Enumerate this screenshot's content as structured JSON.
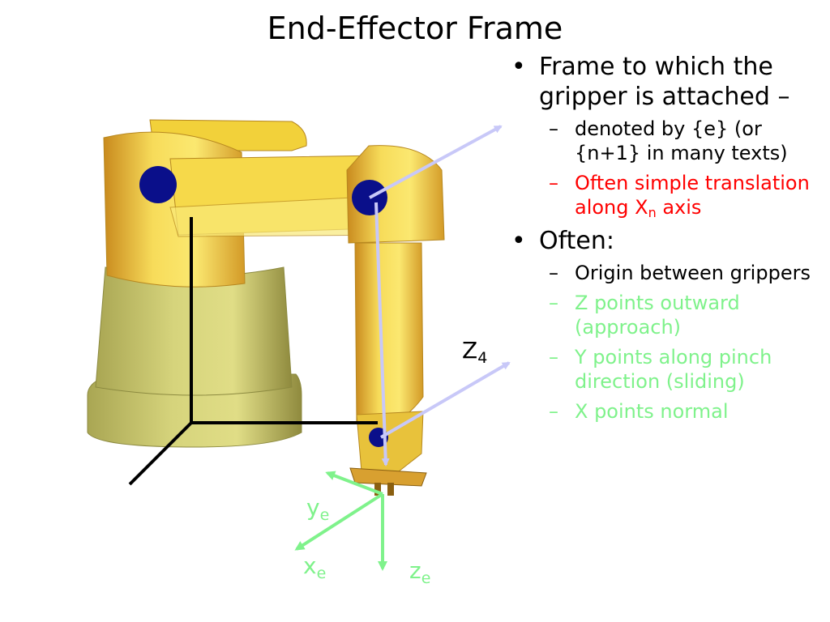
{
  "title": "End-Effector Frame",
  "figure": {
    "z4_label": "Z",
    "z4_sub": "4",
    "ye_label": "y",
    "ye_sub": "e",
    "xe_label": "x",
    "xe_sub": "e",
    "ze_label": "z",
    "ze_sub": "e",
    "colors": {
      "joint_dot": "#0a0f8a",
      "frame_axes": "#7ff28b",
      "link_axes": "#c8c8f8",
      "gold": "#f2d13a",
      "base": "#c6c66a"
    }
  },
  "bullets": [
    {
      "text": "Frame to which the gripper is attached –",
      "sub": [
        {
          "text": "denoted by {e} (or {n+1} in many texts)",
          "color": "black"
        },
        {
          "text": "Often simple translation along X",
          "subscript": "n",
          "tail": " axis",
          "color": "red"
        }
      ]
    },
    {
      "text": "Often:",
      "sub": [
        {
          "text": "Origin between grippers",
          "color": "black"
        },
        {
          "text": "Z points outward (approach)",
          "color": "green"
        },
        {
          "text": "Y points along pinch direction (sliding)",
          "color": "green"
        },
        {
          "text": "X points normal",
          "color": "green"
        }
      ]
    }
  ],
  "bullet_glyph": "•",
  "dash_glyph": "–"
}
